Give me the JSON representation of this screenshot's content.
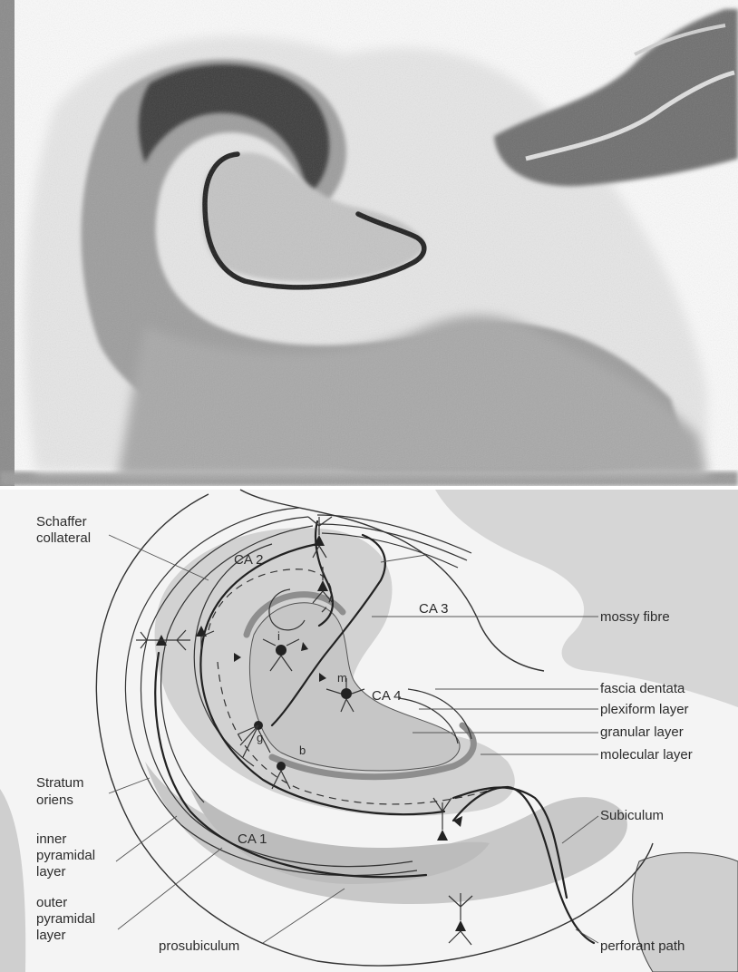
{
  "panel_top": {
    "description": "stained hippocampal section"
  },
  "labels": {
    "schaffer": [
      "Schaffer",
      "collateral"
    ],
    "ca2": "CA 2",
    "ca3": "CA 3",
    "mossy_fibre": "mossy fibre",
    "fascia_dentata": "fascia dentata",
    "plexiform_layer": "plexiform layer",
    "granular_layer": "granular layer",
    "molecular_layer": "molecular layer",
    "ca4": "CA 4",
    "stratum_oriens": [
      "Stratum",
      "oriens"
    ],
    "inner_pyramidal": [
      "inner",
      "pyramidal",
      "layer"
    ],
    "outer_pyramidal": [
      "outer",
      "pyramidal",
      "layer"
    ],
    "ca1": "CA 1",
    "subiculum": "Subiculum",
    "prosubiculum": "prosubiculum",
    "perforant_path": "perforant path",
    "cell_i": "i",
    "cell_m": "m",
    "cell_g": "g",
    "cell_b": "b"
  },
  "colors": {
    "stain_dark": "#2a2a2a",
    "stain_mid": "#7a7a7a",
    "tissue_light": "#e4e4e4",
    "diagram_fill": "#d0d0d0",
    "diagram_fill_dark": "#b8b8b8",
    "background": "#f3f3f3"
  }
}
